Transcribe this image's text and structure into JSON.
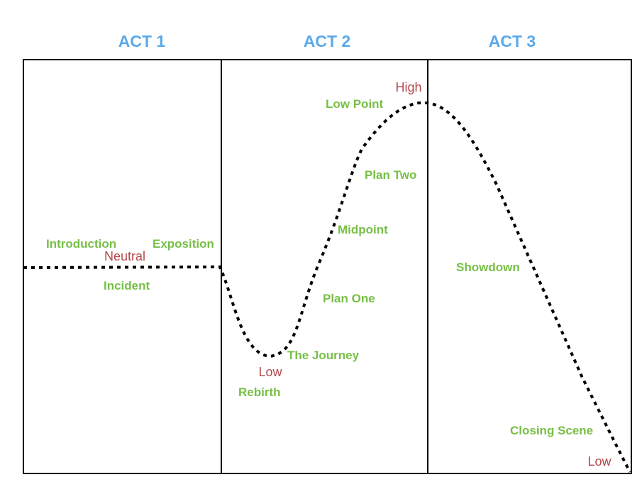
{
  "acts": [
    {
      "label": "ACT 1"
    },
    {
      "label": "ACT 2"
    },
    {
      "label": "ACT 3"
    }
  ],
  "levels": {
    "neutral": "Neutral",
    "low_act2": "Low",
    "high": "High",
    "low_end": "Low"
  },
  "beats": {
    "introduction": "Introduction",
    "exposition": "Exposition",
    "incident": "Incident",
    "rebirth": "Rebirth",
    "the_journey": "The Journey",
    "plan_one": "Plan One",
    "midpoint": "Midpoint",
    "plan_two": "Plan Two",
    "low_point": "Low Point",
    "showdown": "Showdown",
    "closing_scene": "Closing Scene"
  },
  "colors": {
    "act_title": "#5aa9ea",
    "beat_label": "#77bf46",
    "level_label": "#b5484d",
    "frame": "#000000",
    "curve": "#000000"
  }
}
